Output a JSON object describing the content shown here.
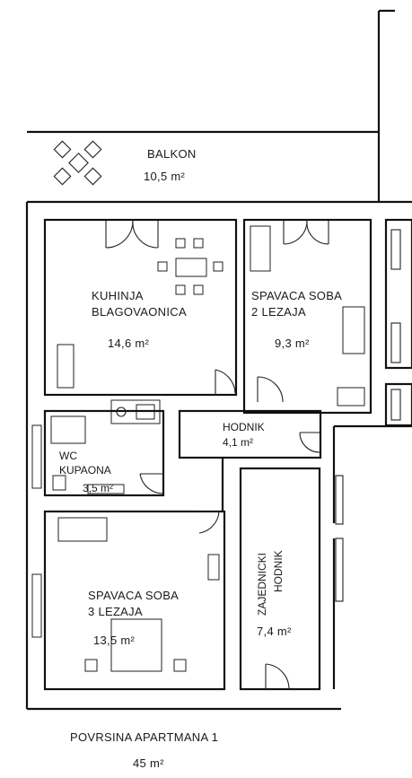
{
  "rooms": {
    "balkon": {
      "name": "BALKON",
      "area": "10,5 m²"
    },
    "kuhinja": {
      "line1": "KUHINJA",
      "line2": "BLAGOVAONICA",
      "area": "14,6 m²"
    },
    "soba2": {
      "line1": "SPAVACA SOBA",
      "line2": "2 LEZAJA",
      "area": "9,3 m²"
    },
    "hodnik": {
      "name": "HODNIK",
      "area": "4,1 m²"
    },
    "wc": {
      "line1": "WC",
      "line2": "KUPAONA",
      "area": "3,5 m²"
    },
    "soba3": {
      "line1": "SPAVACA SOBA",
      "line2": "3 LEZAJA",
      "area": "13,5 m²"
    },
    "zajednicki": {
      "line1": "ZAJEDNICKI",
      "line2": "HODNIK",
      "area": "7,4 m²"
    }
  },
  "summary": {
    "label": "POVRSINA APARTMANA 1",
    "area": "45 m²"
  }
}
